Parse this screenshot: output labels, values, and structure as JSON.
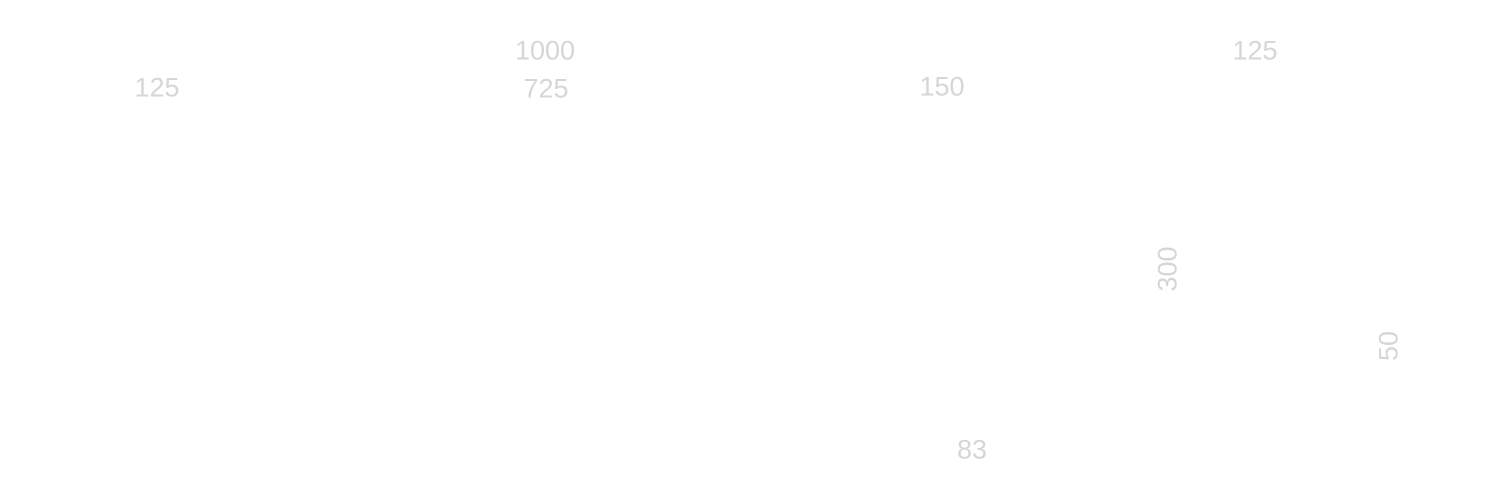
{
  "colors": {
    "background": "#ffffff",
    "label": "#d6d6d6"
  },
  "dimensions": [
    {
      "id": "d-1",
      "text": "125",
      "orientation": "horizontal"
    },
    {
      "id": "d-2",
      "text": "1000",
      "orientation": "horizontal"
    },
    {
      "id": "d-3",
      "text": "725",
      "orientation": "horizontal"
    },
    {
      "id": "d-4",
      "text": "150",
      "orientation": "horizontal"
    },
    {
      "id": "d-5",
      "text": "125",
      "orientation": "horizontal"
    },
    {
      "id": "d-6",
      "text": "300",
      "orientation": "vertical"
    },
    {
      "id": "d-7",
      "text": "50",
      "orientation": "vertical"
    },
    {
      "id": "d-8",
      "text": "83",
      "orientation": "horizontal"
    }
  ]
}
